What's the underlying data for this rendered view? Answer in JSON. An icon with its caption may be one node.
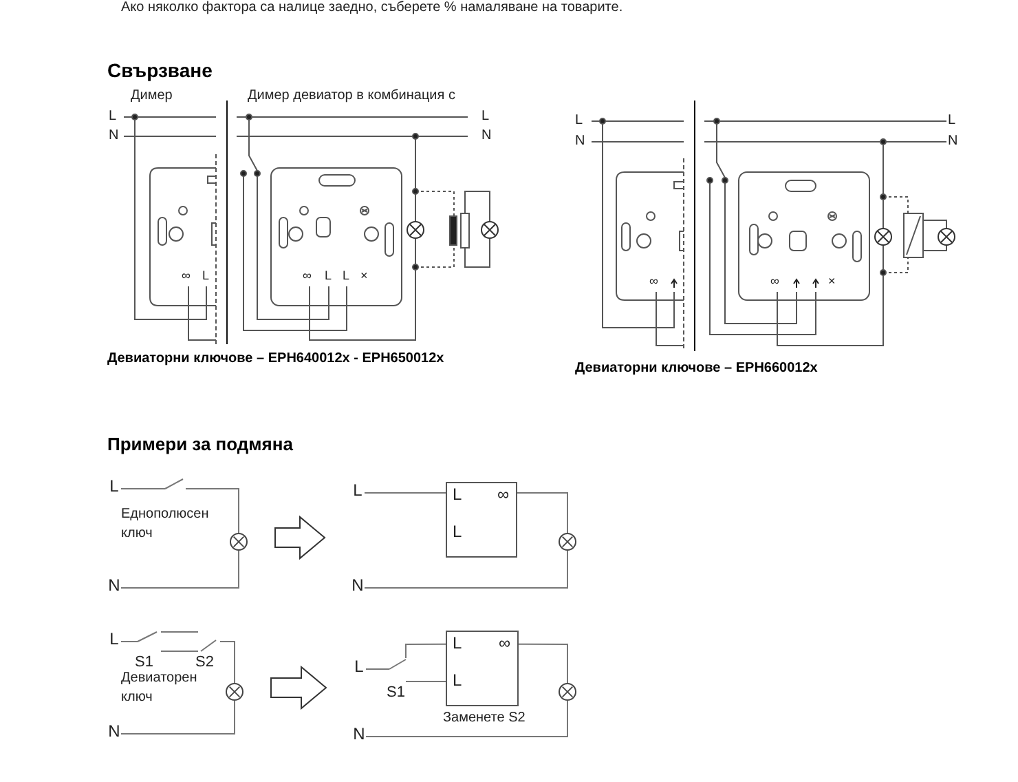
{
  "diagram": {
    "nodes": [
      {
        "text": [
          "L"
        ]
      },
      {
        "text": [],
        "shape": "switch"
      },
      {
        "text": [],
        "shape": "circle"
      },
      {
        "text": [
          "N"
        ]
      },
      {
        "text": [
          "L"
        ]
      },
      {
        "text": [
          "L",
          "L",
          "∞"
        ]
      },
      {
        "text": [],
        "shape": "circle"
      },
      {
        "text": [
          "N"
        ]
      },
      {
        "text": [
          "L"
        ]
      },
      {
        "text": [],
        "shape": "switch",
        "beside": [
          "S1"
        ]
      },
      {
        "text": [],
        "shape": "switch",
        "beside": [
          "S2"
        ]
      },
      {
        "text": [],
        "shape": "circle"
      },
      {
        "text": [
          "N"
        ]
      },
      {
        "text": [
          "L"
        ]
      },
      {
        "text": [],
        "shape": "switch",
        "beside": [
          "S1"
        ]
      },
      {
        "text": [
          "L",
          "L",
          "∞"
        ],
        "beside": [
          "Заменете S2"
        ]
      },
      {
        "text": [],
        "shape": "circle"
      },
      {
        "text": [
          "N"
        ]
      }
    ],
    "edges": [
      {
        "from": 0,
        "to": 1,
        "arrow": "none"
      },
      {
        "from": 1,
        "to": 2,
        "arrow": "none"
      },
      {
        "from": 2,
        "to": 3,
        "arrow": "none"
      },
      {
        "from": 4,
        "to": 5,
        "arrow": "none"
      },
      {
        "from": 5,
        "to": 6,
        "arrow": "none"
      },
      {
        "from": 6,
        "to": 7,
        "arrow": "none"
      },
      {
        "from": 8,
        "to": 9,
        "arrow": "none"
      },
      {
        "from": 9,
        "to": 10,
        "arrow": "none"
      },
      {
        "from": 9,
        "to": 10,
        "arrow": "none"
      },
      {
        "from": 10,
        "to": 11,
        "arrow": "none"
      },
      {
        "from": 11,
        "to": 12,
        "arrow": "none"
      },
      {
        "from": 13,
        "to": 14,
        "arrow": "none"
      },
      {
        "from": 14,
        "to": 15,
        "arrow": "none"
      },
      {
        "from": 14,
        "to": 15,
        "arrow": "none"
      },
      {
        "from": 15,
        "to": 16,
        "arrow": "none"
      },
      {
        "from": 16,
        "to": 17,
        "arrow": "none"
      },
      {
        "from": 2,
        "to": 4,
        "arrow": "to",
        "style": "thick"
      },
      {
        "from": 11,
        "to": 13,
        "arrow": "to",
        "style": "thick"
      }
    ],
    "labels": [
      "Ако няколко фактора са налице заедно, съберете % намаляване на товарите.",
      "Свързване",
      "Димер",
      "Димер девиатор в комбинация с",
      "L",
      "N",
      "L",
      "N",
      "∞",
      "L",
      "∞",
      "L",
      "L",
      "×",
      "Девиаторни ключове – EPH640012x - EPH650012x",
      "L",
      "N",
      "L",
      "N",
      "∞",
      "∞",
      "×",
      "Девиаторни ключове – EPH660012x",
      "Примери за подмяна",
      "Еднополюсен ключ",
      "Девиаторен ключ"
    ]
  }
}
